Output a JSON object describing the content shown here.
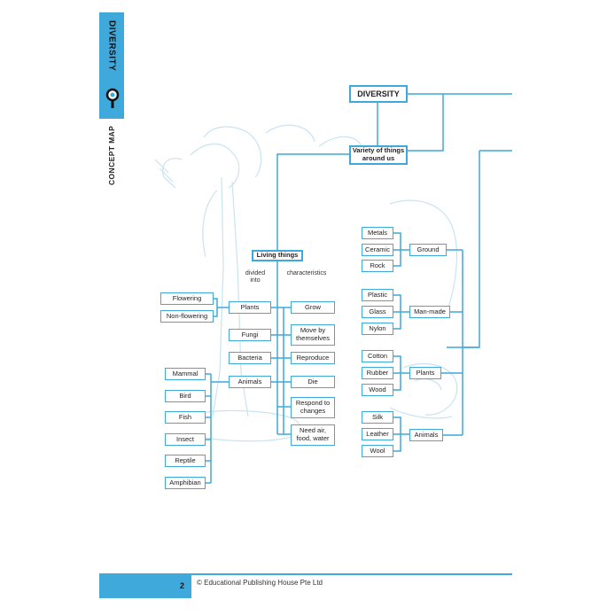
{
  "header": {
    "tab_title": "DIVERSITY",
    "section_label": "CONCEPT MAP"
  },
  "diagram": {
    "root": "DIVERSITY",
    "variety": "Variety of things around us",
    "living_things": "Living things",
    "divided_into_label": "divided into",
    "characteristics_label": "characteristics",
    "living_groups": {
      "plants": "Plants",
      "fungi": "Fungi",
      "bacteria": "Bacteria",
      "animals": "Animals"
    },
    "plant_types": [
      "Flowering",
      "Non-flowering"
    ],
    "animal_types": [
      "Mammal",
      "Bird",
      "Fish",
      "Insect",
      "Reptile",
      "Amphibian"
    ],
    "characteristics": [
      "Grow",
      "Move by themselves",
      "Reproduce",
      "Die",
      "Respond to changes",
      "Need air, food, water"
    ],
    "material_sources": {
      "ground": "Ground",
      "man_made": "Man-made",
      "plants": "Plants",
      "animals": "Animals"
    },
    "ground_items": [
      "Metals",
      "Ceramic",
      "Rock"
    ],
    "man_made_items": [
      "Plastic",
      "Glass",
      "Nylon"
    ],
    "plant_items": [
      "Cotton",
      "Rubber",
      "Wood"
    ],
    "animal_items": [
      "Silk",
      "Leather",
      "Wool"
    ]
  },
  "footer": {
    "page_number": "2",
    "copyright": "© Educational Publishing House Pte Ltd"
  },
  "colors": {
    "accent": "#3fa9dc",
    "sketch": "#c9e3f1"
  },
  "icons": [
    "magnifier-icon"
  ]
}
